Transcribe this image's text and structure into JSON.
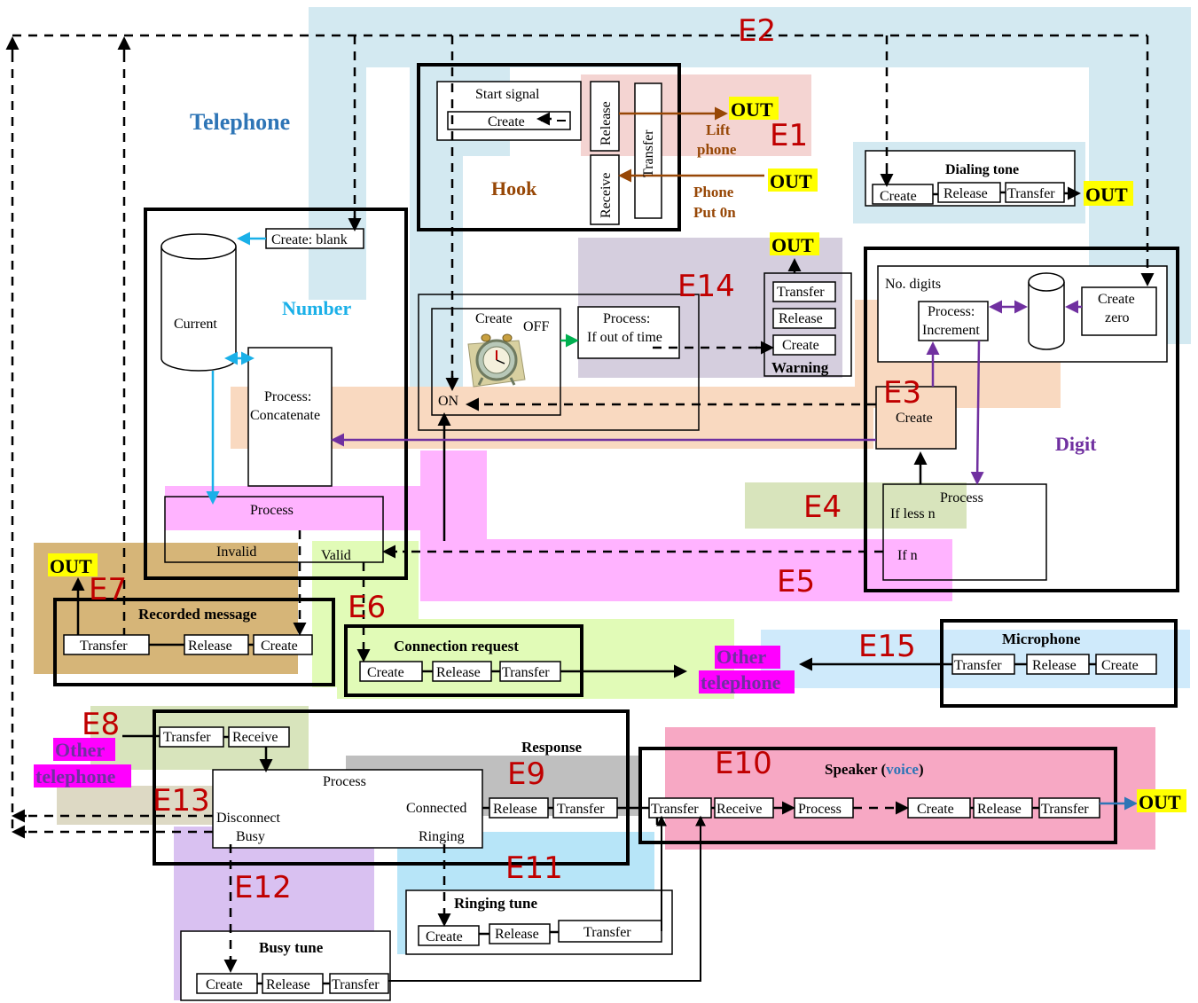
{
  "regions": {
    "telephone": "Telephone",
    "number": "Number",
    "digit": "Digit"
  },
  "events": {
    "e1": "E1",
    "e2": "E2",
    "e3": "E3",
    "e4": "E4",
    "e5": "E5",
    "e6": "E6",
    "e7": "E7",
    "e8": "E8",
    "e9": "E9",
    "e10": "E10",
    "e11": "E11",
    "e12": "E12",
    "e13": "E13",
    "e14": "E14",
    "e15": "E15"
  },
  "hook": {
    "title": "Hook",
    "start_signal": "Start signal",
    "create": "Create",
    "release": "Release",
    "receive": "Receive",
    "transfer": "Transfer",
    "lift_phone_1": "Lift",
    "lift_phone_2": "phone",
    "put_on_1": "Phone",
    "put_on_2": "Put 0n"
  },
  "out_label": "OUT",
  "dialing_tone": {
    "title": "Dialing tone",
    "create": "Create",
    "release": "Release",
    "transfer": "Transfer"
  },
  "number_box": {
    "create_blank": "Create: blank",
    "current": "Current",
    "process_concat_1": "Process:",
    "process_concat_2": "Concatenate",
    "process": "Process",
    "invalid": "Invalid",
    "valid": "Valid"
  },
  "timer": {
    "create": "Create",
    "off": "OFF",
    "on": "ON",
    "process_1": "Process:",
    "process_2": "If out of time"
  },
  "warning": {
    "title": "Warning",
    "transfer": "Transfer",
    "release": "Release",
    "create": "Create"
  },
  "digit_box": {
    "no_digits": "No. digits",
    "process_inc_1": "Process:",
    "process_inc_2": "Increment",
    "create_zero_1": "Create",
    "create_zero_2": "zero",
    "create": "Create",
    "process": "Process",
    "if_less_n": "If less n",
    "if_n": "If n"
  },
  "recorded_message": {
    "title": "Recorded message",
    "transfer": "Transfer",
    "release": "Release",
    "create": "Create"
  },
  "connection_request": {
    "title": "Connection request",
    "create": "Create",
    "release": "Release",
    "transfer": "Transfer"
  },
  "other_telephone_1": "Other",
  "other_telephone_2": "telephone",
  "microphone": {
    "title": "Microphone",
    "transfer": "Transfer",
    "release": "Release",
    "create": "Create"
  },
  "response": {
    "title": "Response",
    "transfer": "Transfer",
    "receive": "Receive",
    "process": "Process",
    "connected": "Connected",
    "disconnect": "Disconnect",
    "busy": "Busy",
    "ringing": "Ringing",
    "release": "Release",
    "transfer2": "Transfer"
  },
  "speaker": {
    "title_prefix": "Speaker (",
    "title_voice": "voice",
    "title_suffix": ")",
    "transfer": "Transfer",
    "receive": "Receive",
    "process": "Process",
    "create": "Create",
    "release": "Release",
    "transfer2": "Transfer"
  },
  "ringing_tune": {
    "title": "Ringing tune",
    "create": "Create",
    "release": "Release",
    "transfer": "Transfer"
  },
  "busy_tune": {
    "title": "Busy tune",
    "create": "Create",
    "release": "Release",
    "transfer": "Transfer"
  },
  "colors": {
    "telephone_bg": "#d3e9f1",
    "event_red": "#c00000",
    "title_blue": "#2e75b6",
    "number_cyan": "#1ab0e8",
    "digit_purple": "#7030a0",
    "hook_brown": "#974706",
    "out_yellow": "#ffff00",
    "magenta": "#ff00ff"
  }
}
